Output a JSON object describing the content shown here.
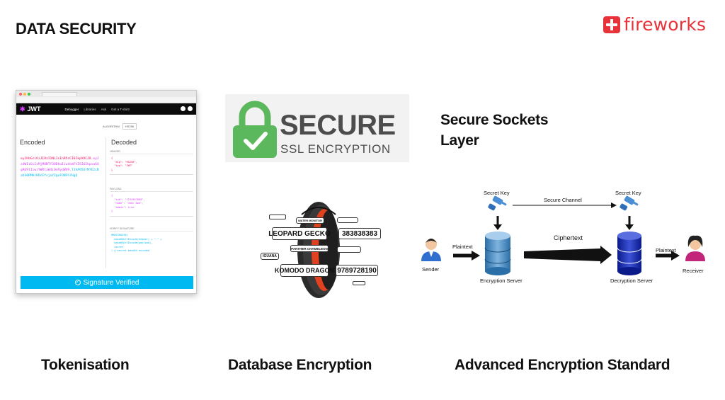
{
  "slide": {
    "title": "DATA SECURITY",
    "logo_text": "fireworks",
    "ssl_label": "Secure Sockets Layer"
  },
  "captions": {
    "tokenisation": "Tokenisation",
    "database_encryption": "Database Encryption",
    "aes": "Advanced Encryption Standard"
  },
  "jwt_screenshot": {
    "brand": "JWT",
    "nav_links": [
      "Debugger",
      "Libraries",
      "Ask",
      "Get a T-shirt!"
    ],
    "algorithm_label": "ALGORITHM",
    "algorithm_value": "HS256",
    "encoded_heading": "Encoded",
    "decoded_heading": "Decoded",
    "token_header": "eyJhbGciOiJIUzI1NiIsInR5cCI6IkpXVCJ9.",
    "token_payload": "eyJzdWIiOiIxMjM0NTY3ODkwIiwibmFtZSI6IkpvaG4gRG9lIiwiYWRtaW4iOnRydWV9.",
    "token_signature": "TJVA95OrM7E2cBab30RMHrHDcEfxjoYZgeFONFh7HgQ",
    "sections": [
      {
        "label": "HEADER",
        "body": "{\n  \"alg\": \"HS256\",\n  \"typ\": \"JWT\"\n}"
      },
      {
        "label": "PAYLOAD",
        "body": "{\n  \"sub\": \"1234567890\",\n  \"name\": \"John Doe\",\n  \"admin\": true\n}"
      },
      {
        "label": "VERIFY SIGNATURE",
        "body": "HMACSHA256(\n  base64UrlEncode(header) + \".\" +\n  base64UrlEncode(payload),\n  secret\n) □ secret base64 encoded"
      }
    ],
    "verified_label": "Signature Verified"
  },
  "ssl_banner": {
    "title": "SECURE",
    "subtitle": "SSL ENCRYPTION",
    "colors": {
      "lock": "#5cb85c",
      "text": "#4d4d4d"
    }
  },
  "db_encryption": {
    "tags": [
      "LEOPARD GECKO",
      "PANTHER CHAMELEON",
      "IGUANA",
      "KOMODO DRAGON",
      "WATER MONITOR",
      "383838383",
      "9789728190"
    ]
  },
  "aes_diagram": {
    "secret_key_label": "Secret Key",
    "secure_channel_label": "Secure Channel",
    "plaintext_label": "Plaintext",
    "ciphertext_label": "Ciphertext",
    "sender_label": "Sender",
    "receiver_label": "Receiver",
    "encryption_server_label": "Encryption Server",
    "decryption_server_label": "Decryption Server"
  },
  "colors": {
    "brand_red": "#e8323a",
    "jwt_blue": "#00b9f1",
    "jwt_pink": "#fb015b",
    "jwt_purple": "#d63aff"
  }
}
